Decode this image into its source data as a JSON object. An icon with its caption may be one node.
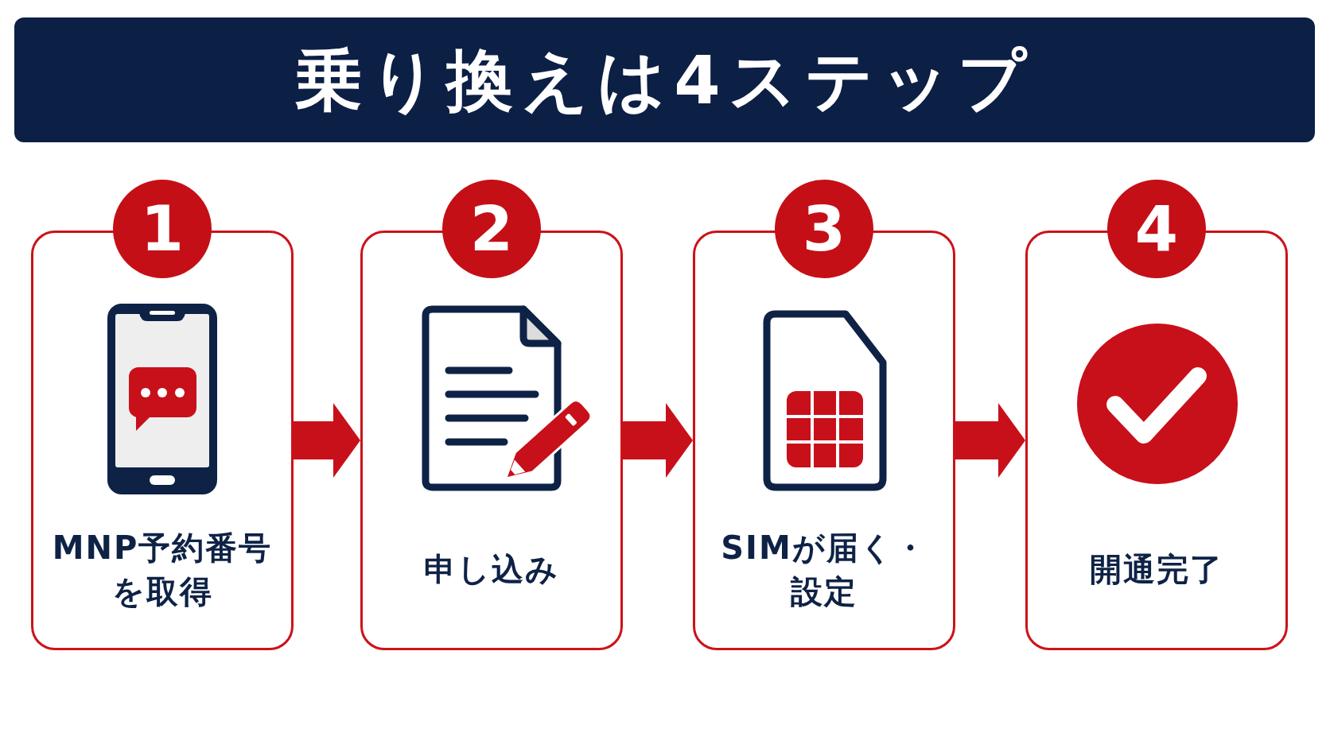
{
  "diagram": {
    "title": "乗り換えは4ステップ",
    "nodes": [
      {
        "text": [
          "1"
        ]
      },
      {
        "text": [
          "MNP予約番号を取得"
        ]
      },
      {
        "text": [
          "2"
        ]
      },
      {
        "text": [
          "申し込み"
        ]
      },
      {
        "text": [
          "3"
        ]
      },
      {
        "text": [
          "SIMが届く・設定"
        ]
      },
      {
        "text": [
          "4"
        ]
      },
      {
        "text": [
          "開通完了"
        ]
      }
    ],
    "edges": [
      {
        "from": 1,
        "to": 3,
        "arrow": "to"
      },
      {
        "from": 3,
        "to": 5,
        "arrow": "to"
      },
      {
        "from": 5,
        "to": 7,
        "arrow": "to"
      }
    ]
  }
}
